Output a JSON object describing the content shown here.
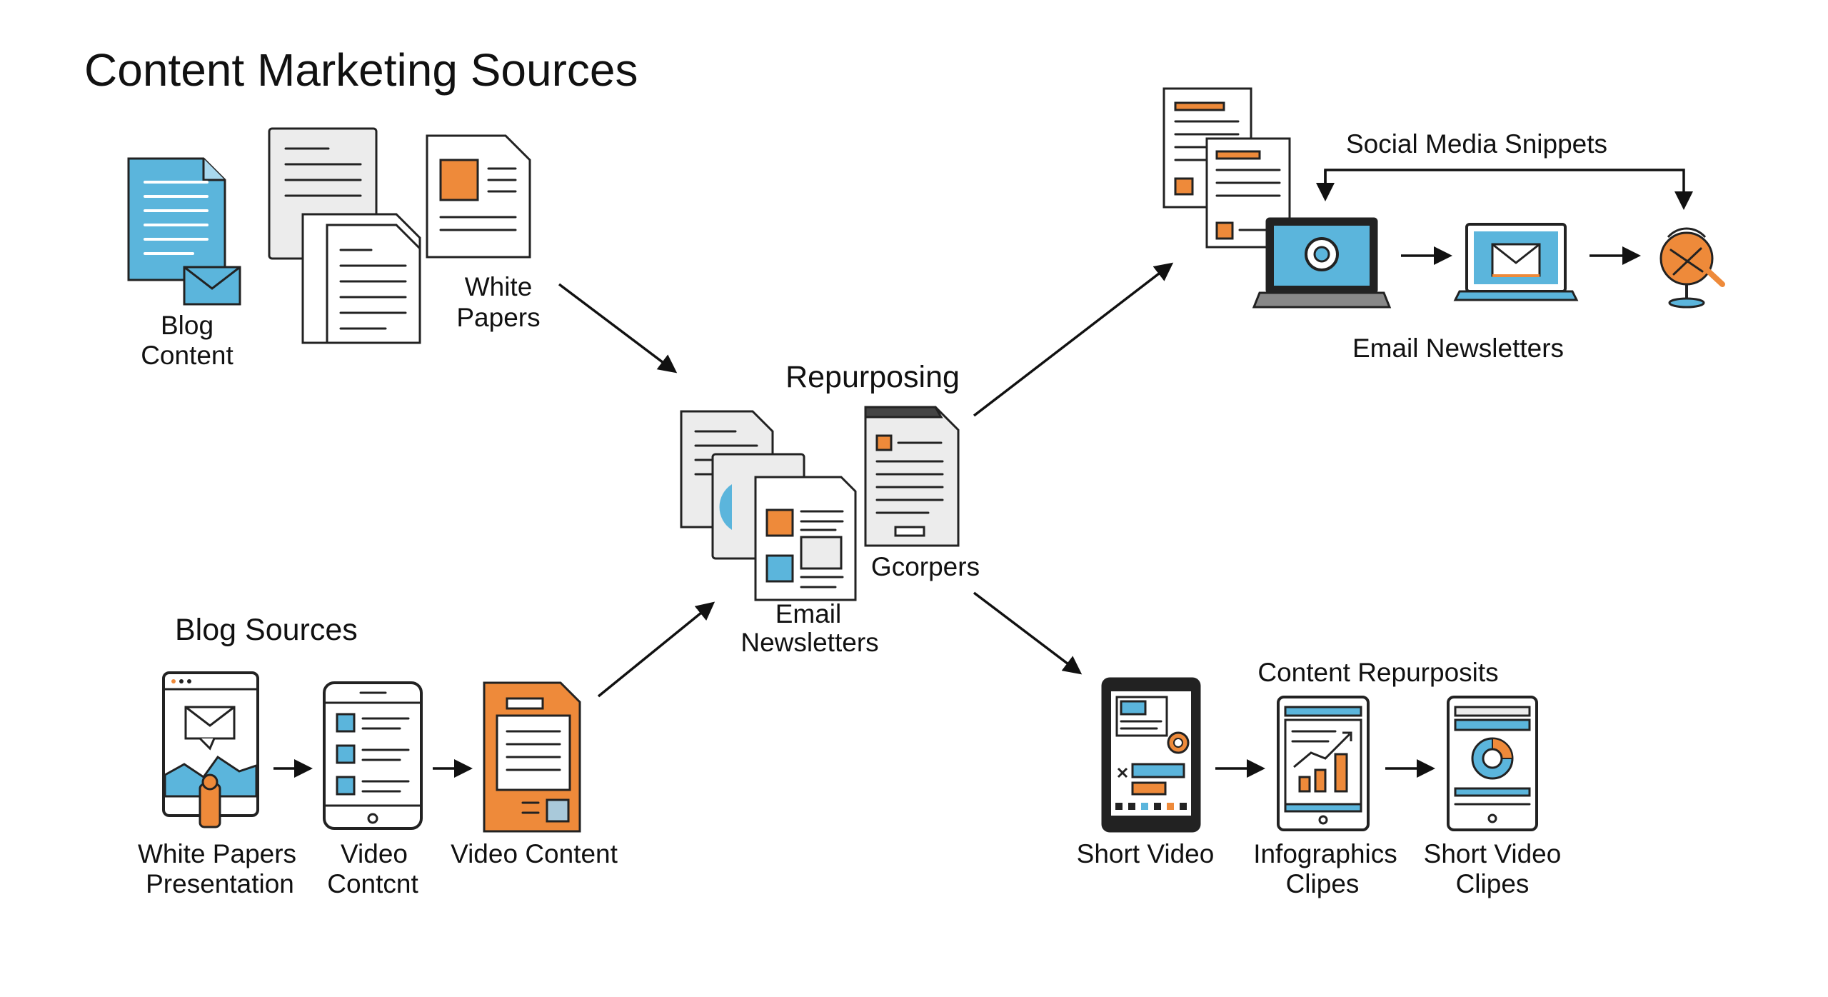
{
  "diagram": {
    "title": "Content Marketing Sources",
    "sources_top": {
      "blog_content": [
        "Blog",
        "Content"
      ],
      "white_papers": [
        "White",
        "Papers"
      ]
    },
    "blog_sources": {
      "heading": "Blog Sources",
      "items": [
        [
          "White Papers",
          "Presentation"
        ],
        [
          "Video",
          "Contcnt"
        ],
        [
          "Video Content"
        ]
      ]
    },
    "hub": {
      "heading": "Repurposing",
      "stack_label": "Gcorpers",
      "email_label": [
        "Email",
        "Newsletters"
      ]
    },
    "top_right": {
      "heading": "Social Media Snippets",
      "caption": "Email Newsletters"
    },
    "bottom_right": {
      "heading": "Content Repurposits",
      "items": [
        [
          "Short Video"
        ],
        [
          "Infographics",
          "Clipes"
        ],
        [
          "Short Video",
          "Clipes"
        ]
      ]
    },
    "colors": {
      "accent_blue": "#5bb5dc",
      "accent_orange": "#ee8a3a",
      "ink": "#222222"
    },
    "icons": [
      "blog-document-icon",
      "envelope-icon",
      "white-paper-icon",
      "email-page-icon",
      "phone-list-icon",
      "orange-doc-icon",
      "laptop-icon",
      "microphone-icon",
      "tablet-icon",
      "chart-icon",
      "donut-icon"
    ]
  }
}
